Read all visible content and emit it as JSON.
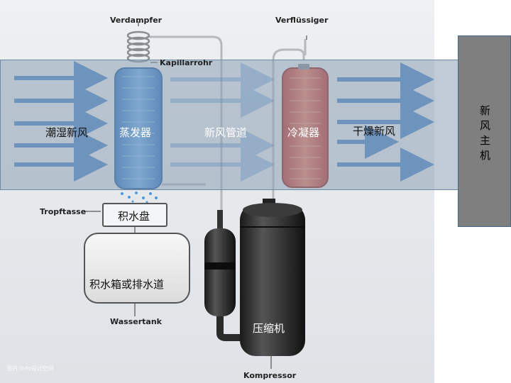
{
  "labels": {
    "evaporator_de": "Verdampfer",
    "capillary_de": "Kapillarrohr",
    "condenser_de": "Verflüssiger",
    "drip_tray_de": "Tropftasse",
    "water_tank_de": "Wassertank",
    "compressor_de": "Kompressor"
  },
  "labels_cn": {
    "humid_air": "潮湿新风",
    "evaporator": "蒸发器",
    "duct": "新风管道",
    "condenser": "冷凝器",
    "dry_air": "干燥新风",
    "drip_tray": "积水盘",
    "tank_or_drain": "积水箱或排水道",
    "compressor": "压缩机",
    "fresh_air_unit": "新\n风\n主\n机"
  },
  "watermark": "图片/info设计空间",
  "colors": {
    "evaporator": "#3a86d9",
    "condenser": "#e0453a",
    "arrow": "#4a86c8",
    "band": "#8ca0b4",
    "host": "#7f7f7f"
  }
}
